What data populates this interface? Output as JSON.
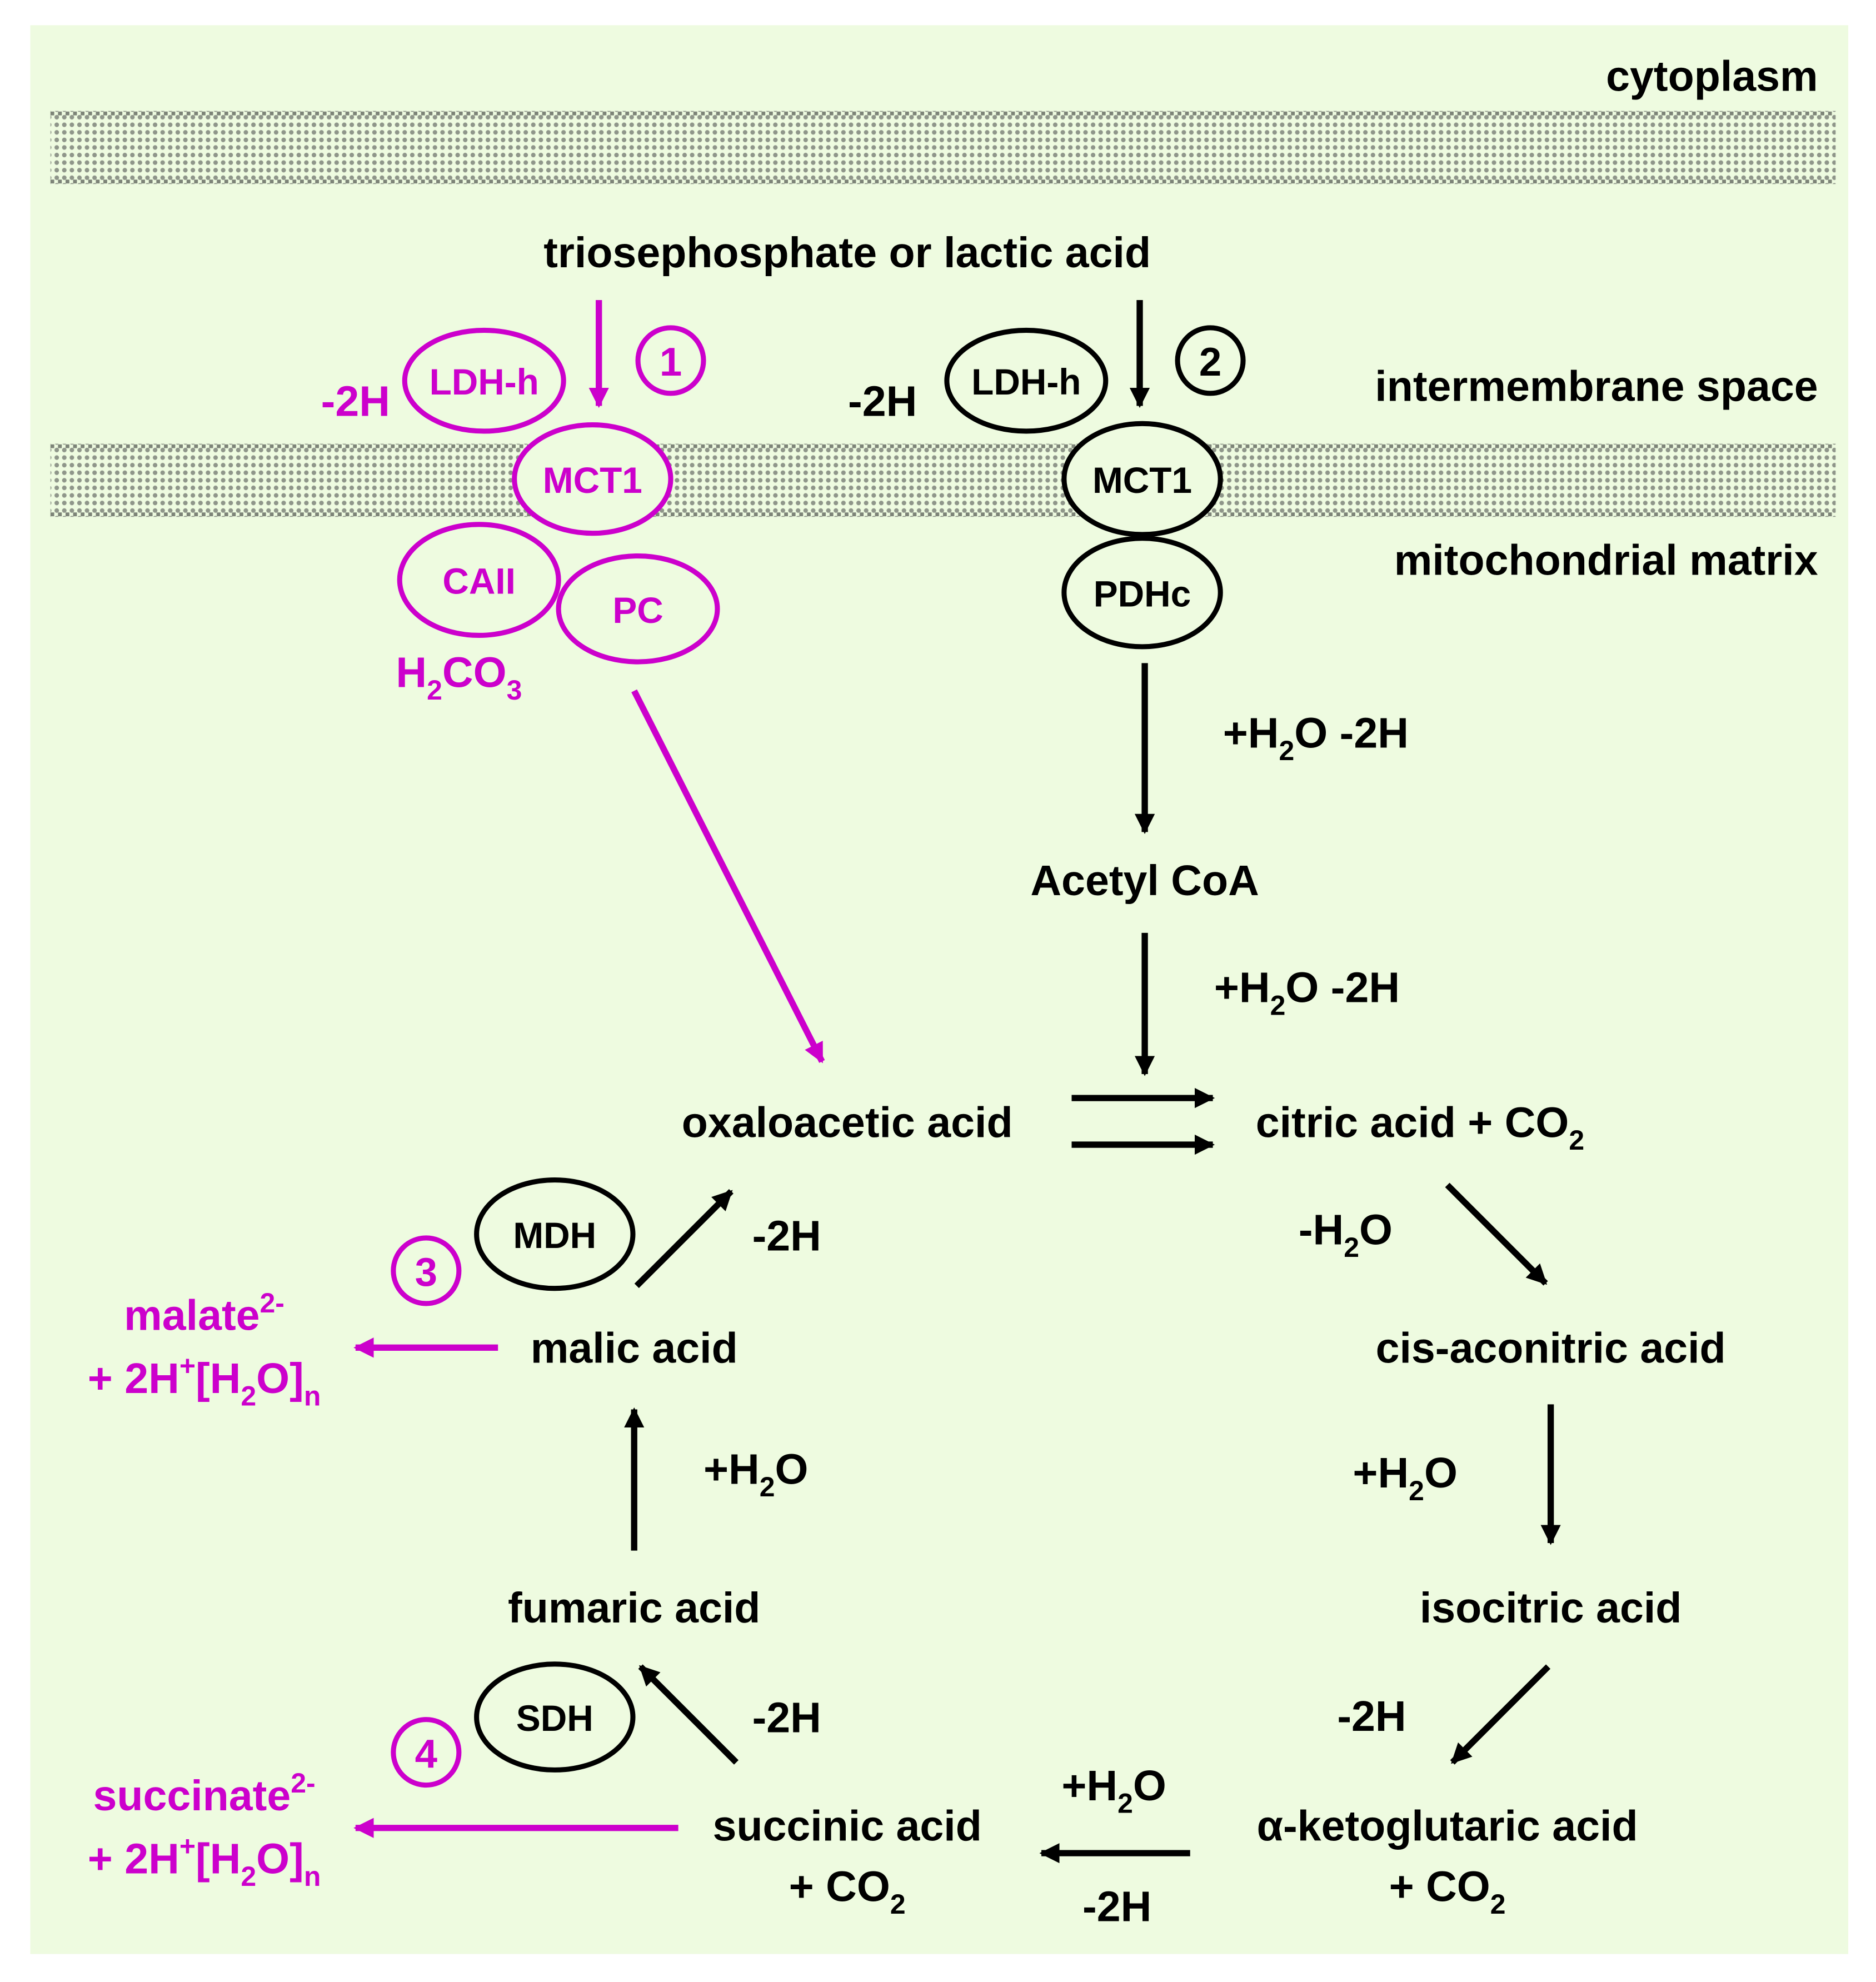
{
  "colors": {
    "background": "#eefbe0",
    "membrane": "#c8d2c0",
    "black": "#000000",
    "magenta": "#cc00cc"
  },
  "compartments": {
    "cytoplasm": "cytoplasm",
    "intermembrane": "intermembrane space",
    "matrix": "mitochondrial matrix"
  },
  "metabolites": {
    "source": "triosephosphate or lactic acid",
    "acetyl_coa": "Acetyl CoA",
    "oxaloacetic": "oxaloacetic acid",
    "citric": "citric acid + CO",
    "cis_aconitic": "cis-aconitric acid",
    "isocitric": "isocitric acid",
    "ketoglutaric_line1": "α-ketoglutaric acid",
    "ketoglutaric_line2": "+ CO",
    "succinic_line1": "succinic acid",
    "succinic_line2": "+ CO",
    "fumaric": "fumaric acid",
    "malic": "malic acid",
    "malate_line1": "malate",
    "malate_sup": "2-",
    "succinate_line1": "succinate",
    "succinate_sup": "2-",
    "proton_line_a": "+ 2H",
    "proton_sup": "+",
    "proton_line_b": "[H",
    "proton_line_c": "O]",
    "h2co3_a": "H",
    "h2co3_b": "CO"
  },
  "enzymes": {
    "ldh_h": "LDH-h",
    "mct1": "MCT1",
    "caii": "CAII",
    "pc": "PC",
    "pdhc": "PDHc",
    "mdh": "MDH",
    "sdh": "SDH"
  },
  "reaction_labels": {
    "minus_2h": "-2H",
    "plus_h2o_minus_2h_a": "+H",
    "plus_h2o_minus_2h_b": "O -2H",
    "plus_h2o_a": "+H",
    "plus_h2o_b": "O",
    "minus_h2o_a": "-H",
    "minus_h2o_b": "O",
    "sub_2": "2",
    "sub_3": "3",
    "sub_n": "n"
  },
  "pathway_numbers": {
    "p1": "1",
    "p2": "2",
    "p3": "3",
    "p4": "4"
  }
}
